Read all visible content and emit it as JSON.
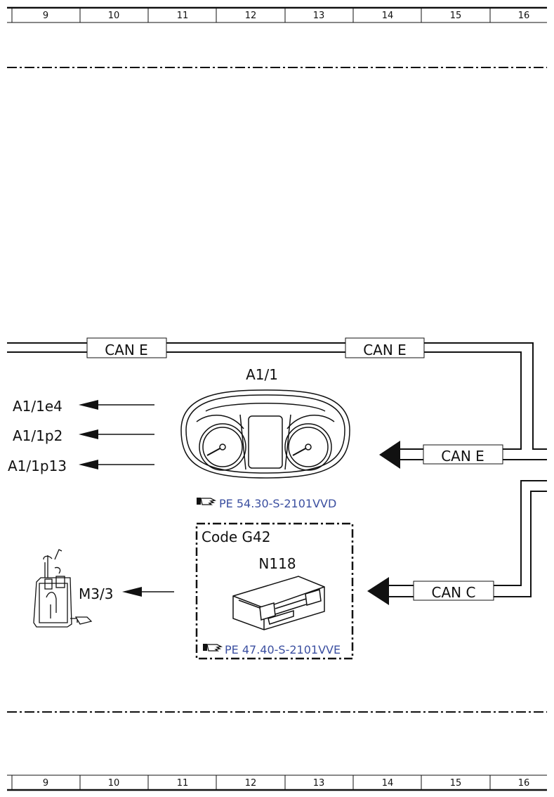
{
  "grid": {
    "columns": [
      "9",
      "10",
      "11",
      "12",
      "13",
      "14",
      "15",
      "16"
    ]
  },
  "bus": {
    "can_e_left": "CAN E",
    "can_e_right": "CAN E",
    "can_e_cluster": "CAN E",
    "can_c": "CAN C"
  },
  "cluster": {
    "title": "A1/1",
    "outputs": [
      "A1/1e4",
      "A1/1p2",
      "A1/1p13"
    ],
    "reference": "PE 54.30-S-2101VVD",
    "icon": "instrument-cluster-icon"
  },
  "option_box": {
    "code": "Code G42",
    "module": "N118",
    "reference": "PE 47.40-S-2101VVE",
    "icon": "control-unit-icon"
  },
  "pump": {
    "label": "M3/3",
    "icon": "fuel-pump-icon"
  },
  "ref_icon": "pointing-hand-icon"
}
